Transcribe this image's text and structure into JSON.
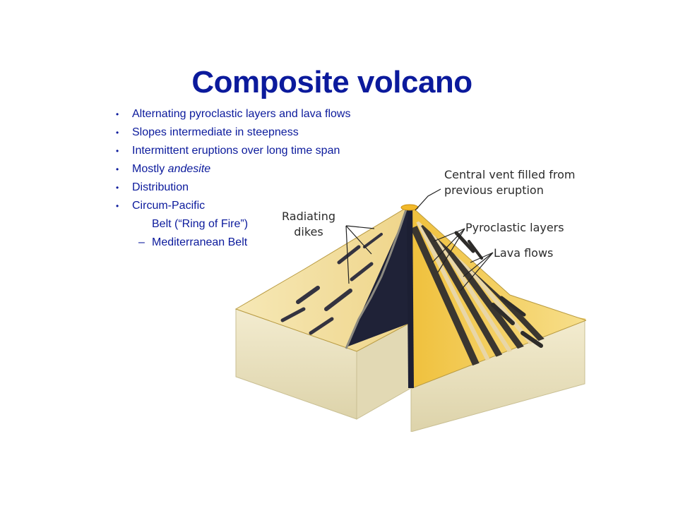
{
  "slide": {
    "title": "Composite volcano"
  },
  "bullets": [
    {
      "text": "Alternating pyroclastic layers and lava flows",
      "level": 1
    },
    {
      "text": "Slopes intermediate in steepness",
      "level": 1
    },
    {
      "text": "Intermittent eruptions over long time span",
      "level": 1
    },
    {
      "prefix": "Mostly ",
      "emphasis": "andesite",
      "level": 1
    },
    {
      "text": "Distribution",
      "level": 1
    },
    {
      "text": "Circum-Pacific",
      "level": 1
    },
    {
      "text": "Belt (“Ring of Fire”)",
      "level": 2
    },
    {
      "text": "Mediterranean Belt",
      "level": 2,
      "marker": "–"
    }
  ],
  "bullet_marker": "•",
  "diagram": {
    "labels": {
      "central_vent": "Central vent filled from previous eruption",
      "radiating_dikes": "Radiating dikes",
      "pyroclastic_layers": "Pyroclastic layers",
      "lava_flows": "Lava flows"
    },
    "colors": {
      "title": "#0b1a9c",
      "surface_yellow": "#f2c94c",
      "surface_light": "#f6e7b0",
      "block_side": "#ece4c4",
      "conduit": "#1c1f33",
      "layer_dark": "#3a3630",
      "layer_light": "#e8d6a8"
    }
  }
}
